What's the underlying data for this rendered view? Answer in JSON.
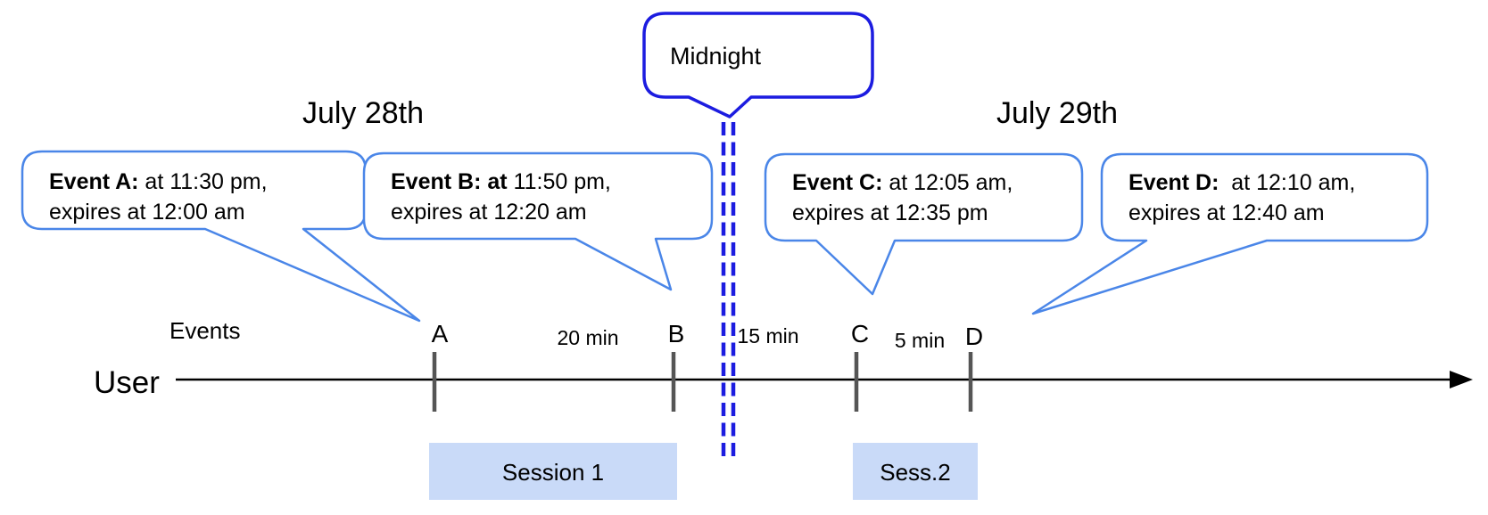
{
  "diagram": {
    "title_dates": {
      "left": "July 28th",
      "right": "July 29th"
    },
    "midnight_label": "Midnight",
    "axis": {
      "events_label": "Events",
      "user_label": "User"
    },
    "event_callouts": [
      {
        "bold": "Event A:",
        "rest": " at 11:30 pm,",
        "line2": "expires at 12:00 am"
      },
      {
        "bold": "Event B: at",
        "rest": " 11:50 pm,",
        "line2": "expires at 12:20 am"
      },
      {
        "bold": "Event C:",
        "rest": " at 12:05 am,",
        "line2": "expires at 12:35 pm"
      },
      {
        "bold": "Event D:",
        "rest": "  at 12:10 am,",
        "line2": "expires at 12:40 am"
      }
    ],
    "ticks": {
      "a": "A",
      "b": "B",
      "c": "C",
      "d": "D"
    },
    "gaps": {
      "ab": "20 min",
      "bc": "15 min",
      "cd": "5 min"
    },
    "sessions": {
      "first": "Session 1",
      "second": "Sess.2"
    },
    "colors": {
      "callout_border": "#4a86e8",
      "midnight_border": "#1c1ce0",
      "dashed_line": "#1c1ce0",
      "session_fill": "#c9daf8",
      "tick": "#555555",
      "timeline": "#000000",
      "bubble_fill": "#ffffff"
    }
  }
}
